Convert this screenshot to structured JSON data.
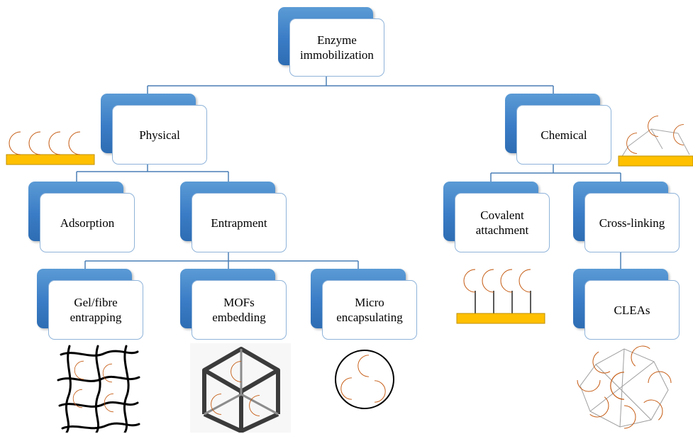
{
  "diagram": {
    "root": {
      "label": "Enzyme\nimmobilization"
    },
    "physical": {
      "label": "Physical"
    },
    "chemical": {
      "label": "Chemical"
    },
    "adsorption": {
      "label": "Adsorption"
    },
    "entrapment": {
      "label": "Entrapment"
    },
    "covalent": {
      "label": "Covalent\nattachment"
    },
    "crosslinking": {
      "label": "Cross-linking"
    },
    "gel": {
      "label": "Gel/fibre\nentrapping"
    },
    "mofs": {
      "label": "MOFs\nembedding"
    },
    "micro": {
      "label": "Micro\nencapsulating"
    },
    "cleas": {
      "label": "CLEAs"
    }
  },
  "colors": {
    "node_back": "#3a7cc6",
    "node_border": "#8fb3d9",
    "connector": "#4a7fb5",
    "enzyme_fill": "#ed7d31",
    "enzyme_edge": "#c55a11",
    "support_fill": "#ffc000",
    "support_edge": "#bf9000"
  },
  "icons": [
    "adsorbed-enzymes-icon",
    "crosslinked-enzymes-icon",
    "covalent-enzymes-icon",
    "gel-fibre-mesh-icon",
    "mof-cube-icon",
    "microcapsule-icon",
    "clea-aggregate-icon"
  ]
}
